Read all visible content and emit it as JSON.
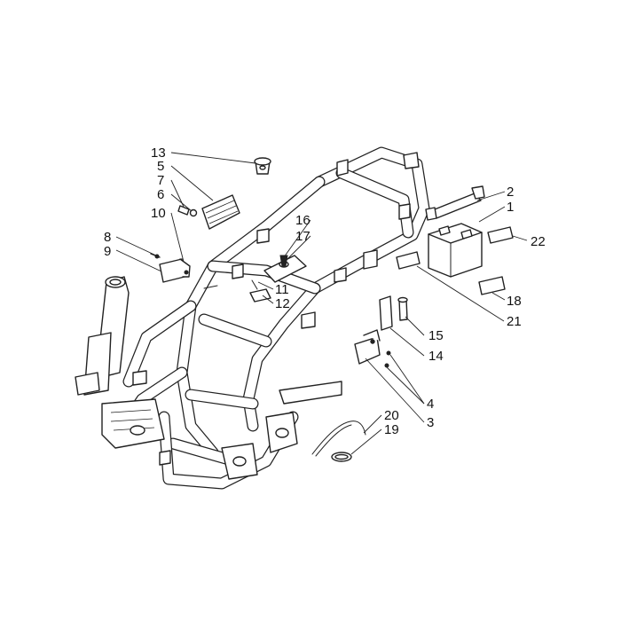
{
  "callouts": [
    {
      "id": "13",
      "text": "13"
    },
    {
      "id": "5",
      "text": "5"
    },
    {
      "id": "7",
      "text": "7"
    },
    {
      "id": "6",
      "text": "6"
    },
    {
      "id": "10",
      "text": "10"
    },
    {
      "id": "8",
      "text": "8"
    },
    {
      "id": "9",
      "text": "9"
    },
    {
      "id": "16",
      "text": "16"
    },
    {
      "id": "17",
      "text": "17"
    },
    {
      "id": "11",
      "text": "11"
    },
    {
      "id": "12",
      "text": "12"
    },
    {
      "id": "2",
      "text": "2"
    },
    {
      "id": "1",
      "text": "1"
    },
    {
      "id": "22",
      "text": "22"
    },
    {
      "id": "18",
      "text": "18"
    },
    {
      "id": "21",
      "text": "21"
    },
    {
      "id": "15",
      "text": "15"
    },
    {
      "id": "14",
      "text": "14"
    },
    {
      "id": "4",
      "text": "4"
    },
    {
      "id": "20",
      "text": "20"
    },
    {
      "id": "3",
      "text": "3"
    },
    {
      "id": "19",
      "text": "19"
    }
  ]
}
